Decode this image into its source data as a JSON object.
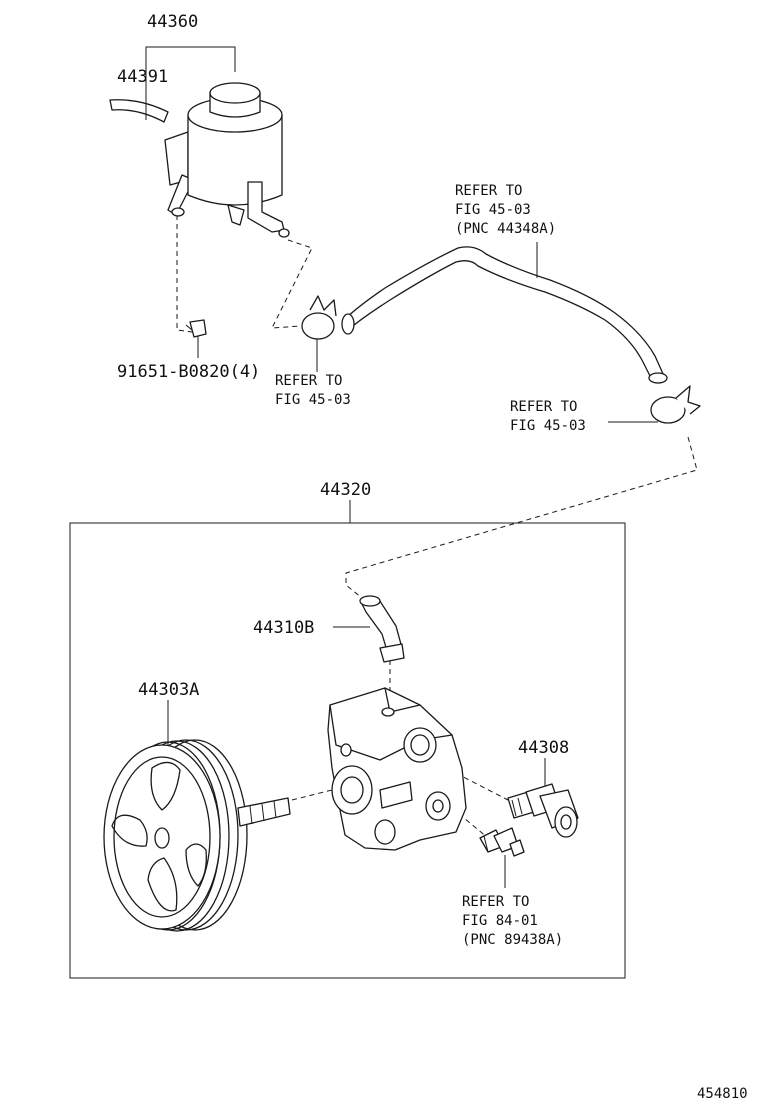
{
  "labels": {
    "reservoir_assy": "44360",
    "reservoir_cap": "44391",
    "bolt": "91651-B0820(4)",
    "pump_assy": "44320",
    "union": "44310B",
    "pulley": "44303A",
    "valve": "44308",
    "figure_no": "454810"
  },
  "refers": {
    "hose": [
      "REFER TO",
      "FIG 45-03",
      "(PNC 44348A)"
    ],
    "clamp_left": [
      "REFER TO",
      "FIG 45-03"
    ],
    "clamp_right": [
      "REFER TO",
      "FIG 45-03"
    ],
    "switch": [
      "REFER TO",
      "FIG 84-01",
      "(PNC 89438A)"
    ]
  }
}
